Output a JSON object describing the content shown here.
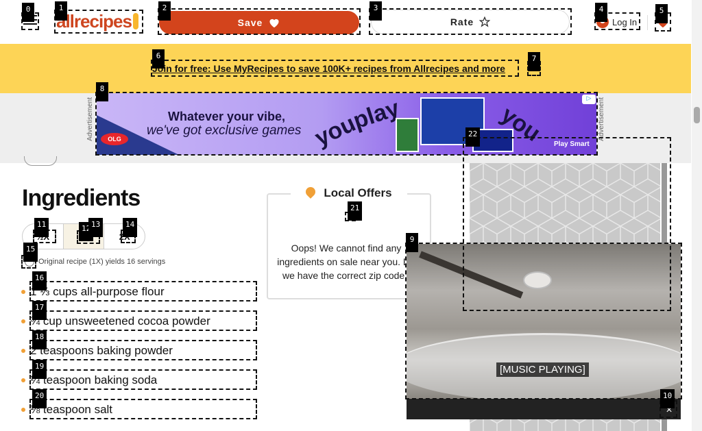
{
  "header": {
    "logo_text": "allrecipes",
    "save_label": "Save",
    "rate_label": "Rate",
    "login_label": "Log In"
  },
  "banner": {
    "join_text": "Join for free: Use MyRecipes to save 100K+ recipes from Allrecipes and more",
    "close": "×"
  },
  "ad": {
    "label": "Advertisement",
    "line1": "Whatever your vibe,",
    "line2": "we've got exclusive games",
    "word_you": "you",
    "word_play": "play",
    "brand": "OLG",
    "cta": "Play Smart"
  },
  "ingredients": {
    "title": "Ingredients",
    "scale_options": [
      "½X",
      "1X",
      "2X"
    ],
    "yield_text": "Original recipe (1X) yields 16 servings",
    "items": [
      "1 ⅓ cups all-purpose flour",
      "¾ cup unsweetened cocoa powder",
      "2 teaspoons baking powder",
      "¼ teaspoon baking soda",
      "⅛ teaspoon salt"
    ]
  },
  "offers": {
    "title": "Local Offers",
    "message": "Oops! We cannot find any ingredients on sale near you. Do we have the correct zip code?"
  },
  "video": {
    "caption": "[MUSIC PLAYING]",
    "close": "×"
  },
  "colors": {
    "brand": "#d3441c",
    "banner": "#fdd456",
    "accent": "#f0a037"
  }
}
